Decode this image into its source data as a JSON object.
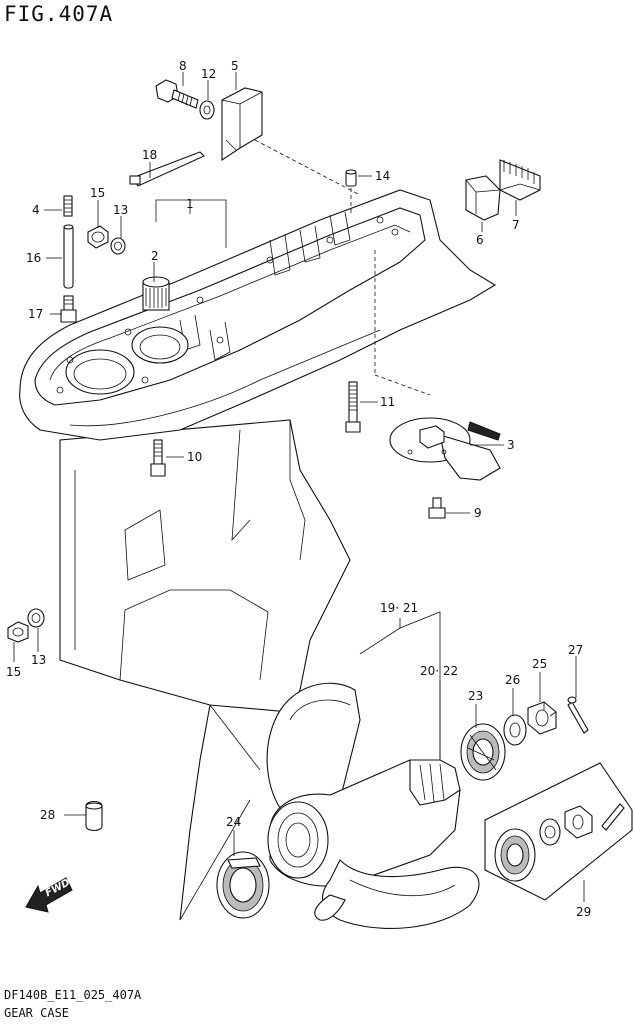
{
  "figure": {
    "title": "FIG.407A",
    "model_code": "DF140B_E11_025_407A",
    "section_name": "GEAR CASE"
  },
  "callouts": {
    "c1": "1",
    "c2": "2",
    "c3": "3",
    "c4": "4",
    "c5": "5",
    "c6": "6",
    "c7": "7",
    "c8": "8",
    "c9": "9",
    "c10": "10",
    "c11": "11",
    "c12": "12",
    "c13a": "13",
    "c13b": "13",
    "c14": "14",
    "c15a": "15",
    "c15b": "15",
    "c16": "16",
    "c17": "17",
    "c18": "18",
    "c19_21": "19· 21",
    "c20_22": "20· 22",
    "c23": "23",
    "c24": "24",
    "c25": "25",
    "c26": "26",
    "c27": "27",
    "c28": "28",
    "c29": "29"
  },
  "direction_marker": "FWD"
}
